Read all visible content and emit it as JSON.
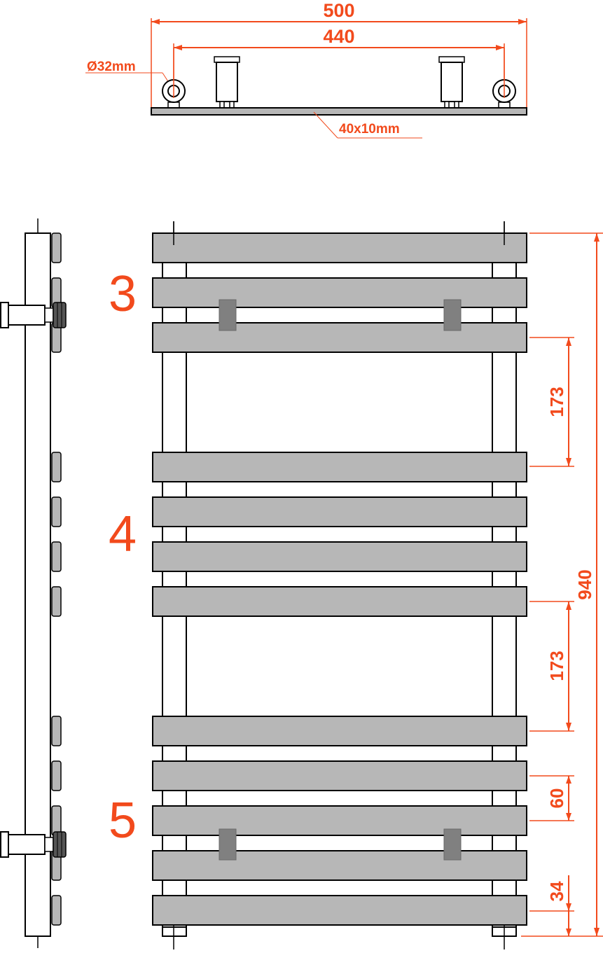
{
  "accent_color": "#f24a1c",
  "bar_color": "#b7b7b7",
  "bracket_color": "#808080",
  "top_view": {
    "overall_width": "500",
    "pipe_centers": "440",
    "pipe_diameter": "Ø32mm",
    "bar_profile": "40x10mm"
  },
  "front_view": {
    "groups": [
      "3",
      "4",
      "5"
    ],
    "height": "940",
    "gap_upper": "173",
    "gap_lower": "173",
    "bar_pitch": "60",
    "bottom_offset": "34"
  }
}
